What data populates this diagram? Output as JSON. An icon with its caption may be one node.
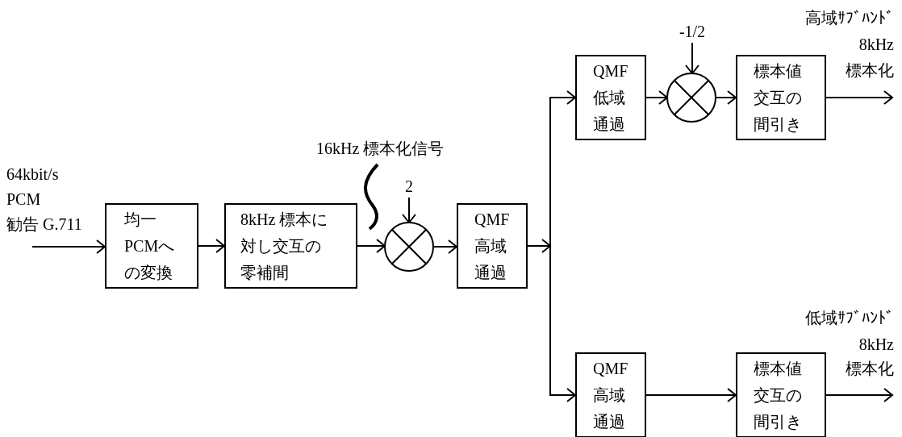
{
  "diagram": {
    "nodes": [
      {
        "text": [
          "均一PCMへの変換"
        ]
      },
      {
        "text": [
          "8kHz 標本に対し交互の零補間"
        ]
      },
      {
        "text": [
          "2"
        ]
      },
      {
        "text": [],
        "shape": "circle"
      },
      {
        "text": [
          "QMF高域通過"
        ]
      },
      {
        "text": [
          "-1/2"
        ]
      },
      {
        "text": [
          "QMF低域通過"
        ]
      },
      {
        "text": [],
        "shape": "circle"
      },
      {
        "text": [
          "標本値交互の間引き"
        ]
      },
      {
        "text": [
          "QMF高域通過"
        ]
      },
      {
        "text": [
          "標本値交互の間引き"
        ]
      }
    ],
    "edges": [
      {
        "from": null,
        "to": 0,
        "arrow": "to"
      },
      {
        "from": 0,
        "to": 1,
        "arrow": "to"
      },
      {
        "from": 1,
        "to": 3,
        "arrow": "to"
      },
      {
        "from": 2,
        "to": 3,
        "arrow": "to"
      },
      {
        "from": 3,
        "to": 4,
        "arrow": "to"
      },
      {
        "from": 4,
        "to": 6,
        "arrow": "to"
      },
      {
        "from": 4,
        "to": 9,
        "arrow": "to"
      },
      {
        "from": 6,
        "to": 7,
        "arrow": "to"
      },
      {
        "from": 5,
        "to": 7,
        "arrow": "to"
      },
      {
        "from": 7,
        "to": 8,
        "arrow": "to"
      },
      {
        "from": 8,
        "to": null,
        "arrow": "to"
      },
      {
        "from": 9,
        "to": 10,
        "arrow": "to"
      },
      {
        "from": 10,
        "to": null,
        "arrow": "to"
      }
    ],
    "labels": [
      "64kbit/s",
      "PCM",
      "勧告 G.711",
      "16kHz 標本化信号",
      "高域ｻﾌﾞﾊﾝﾄﾞ",
      "8kHz",
      "標本化",
      "低域ｻﾌﾞﾊﾝﾄﾞ",
      "8kHz",
      "標本化"
    ]
  }
}
